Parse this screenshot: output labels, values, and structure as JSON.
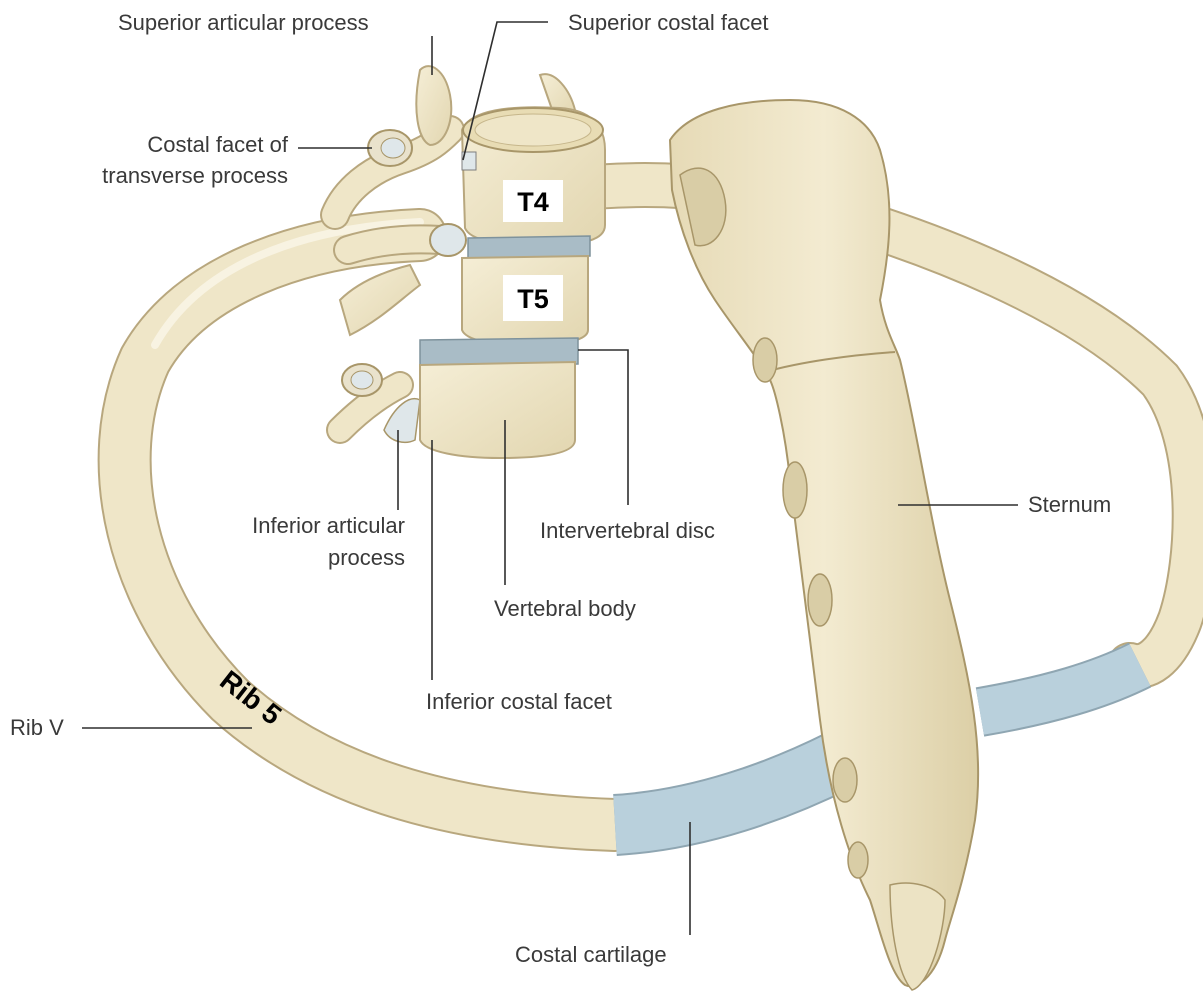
{
  "labels": {
    "superior_articular_process": "Superior articular process",
    "superior_costal_facet": "Superior costal facet",
    "costal_facet_line1": "Costal facet of",
    "costal_facet_line2": "transverse process",
    "inferior_articular_line1": "Inferior articular",
    "inferior_articular_line2": "process",
    "intervertebral_disc": "Intervertebral disc",
    "vertebral_body": "Vertebral body",
    "inferior_costal_facet": "Inferior costal facet",
    "sternum": "Sternum",
    "rib_v": "Rib V",
    "costal_cartilage": "Costal cartilage"
  },
  "annotations": {
    "t4": "T4",
    "t5": "T5",
    "rib5": "Rib 5"
  },
  "colors": {
    "bone": "#efe6c8",
    "bone_shadow": "#d9cda6",
    "cartilage": "#b9d0dc",
    "disc": "#a9bcc6",
    "leader": "#2f2f2f"
  }
}
